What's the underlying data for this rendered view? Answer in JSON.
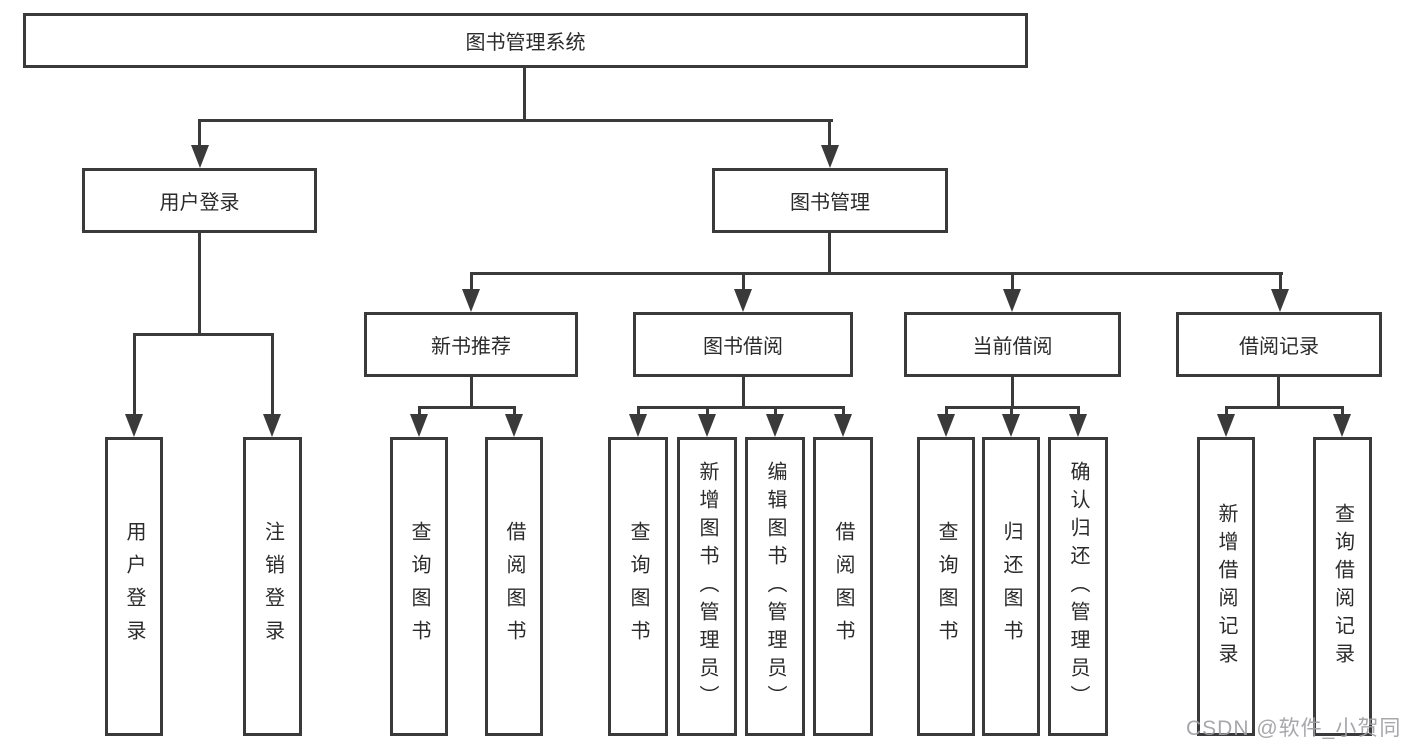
{
  "title": "图书管理系统",
  "colors": {
    "line": "#3a3a3a",
    "text": "#2b2b2b",
    "background": "#ffffff",
    "watermark": "#a0a0a5"
  },
  "watermark": {
    "text": "CSDN @软件_小贺同学"
  },
  "nodes": {
    "root": {
      "label": "图书管理系统"
    },
    "user_login": {
      "label": "用户登录"
    },
    "book_mgmt": {
      "label": "图书管理"
    },
    "new_book_rec": {
      "label": "新书推荐"
    },
    "book_borrow": {
      "label": "图书借阅"
    },
    "current_borrow": {
      "label": "当前借阅"
    },
    "borrow_records": {
      "label": "借阅记录"
    },
    "ul_login": {
      "label": "用户登录"
    },
    "ul_logout": {
      "label": "注销登录"
    },
    "nbr_query": {
      "label": "查询图书"
    },
    "nbr_borrow": {
      "label": "借阅图书"
    },
    "bb_query": {
      "label": "查询图书"
    },
    "bb_add": {
      "label": "新增图书（管理员）"
    },
    "bb_edit": {
      "label": "编辑图书（管理员）"
    },
    "bb_borrow": {
      "label": "借阅图书"
    },
    "cb_query": {
      "label": "查询图书"
    },
    "cb_return": {
      "label": "归还图书"
    },
    "cb_confirm": {
      "label": "确认归还（管理员）"
    },
    "br_add": {
      "label": "新增借阅记录"
    },
    "br_query": {
      "label": "查询借阅记录"
    }
  },
  "edges": [
    [
      "root",
      "user_login"
    ],
    [
      "root",
      "book_mgmt"
    ],
    [
      "user_login",
      "ul_login"
    ],
    [
      "user_login",
      "ul_logout"
    ],
    [
      "book_mgmt",
      "new_book_rec"
    ],
    [
      "book_mgmt",
      "book_borrow"
    ],
    [
      "book_mgmt",
      "current_borrow"
    ],
    [
      "book_mgmt",
      "borrow_records"
    ],
    [
      "new_book_rec",
      "nbr_query"
    ],
    [
      "new_book_rec",
      "nbr_borrow"
    ],
    [
      "book_borrow",
      "bb_query"
    ],
    [
      "book_borrow",
      "bb_add"
    ],
    [
      "book_borrow",
      "bb_edit"
    ],
    [
      "book_borrow",
      "bb_borrow"
    ],
    [
      "current_borrow",
      "cb_query"
    ],
    [
      "current_borrow",
      "cb_return"
    ],
    [
      "current_borrow",
      "cb_confirm"
    ],
    [
      "borrow_records",
      "br_add"
    ],
    [
      "borrow_records",
      "br_query"
    ]
  ]
}
